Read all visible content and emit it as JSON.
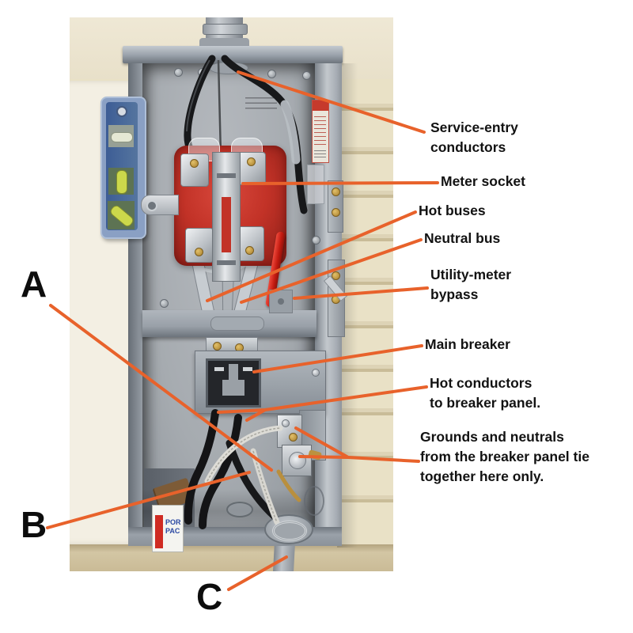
{
  "callouts": {
    "service_entry": {
      "lines": [
        "Service-entry",
        "conductors"
      ]
    },
    "meter_socket": {
      "lines": [
        "Meter socket"
      ]
    },
    "hot_buses": {
      "lines": [
        "Hot buses"
      ]
    },
    "neutral_bus": {
      "lines": [
        "Neutral bus"
      ]
    },
    "utility_meter_bypass": {
      "lines": [
        "Utility-meter",
        "bypass"
      ]
    },
    "main_breaker": {
      "lines": [
        "Main breaker"
      ]
    },
    "hot_conductors": {
      "lines": [
        "Hot conductors",
        "to breaker panel."
      ]
    },
    "grounds_neutrals": {
      "lines": [
        "Grounds and neutrals",
        "from the breaker panel tie",
        "together here only."
      ]
    }
  },
  "letters": {
    "a": "A",
    "b": "B",
    "c": "C"
  },
  "sticker": {
    "lines": [
      "POR",
      "PAC"
    ]
  },
  "colors": {
    "leader_line": "#e8622b",
    "label_text": "#121212",
    "letter_text": "#0d0d0d",
    "siding_cream": "#e7dfc4",
    "panel_gray": "#9aa1a9",
    "meter_socket_red": "#c0332a",
    "bypass_lever_red": "#d8281e",
    "level_blue": "#4a659c"
  }
}
